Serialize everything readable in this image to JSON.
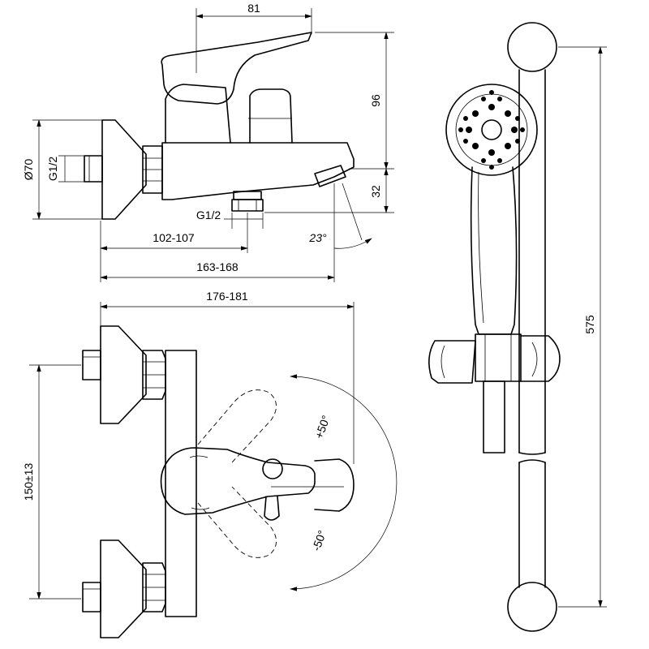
{
  "dimensions": {
    "top_width": "81",
    "height_96": "96",
    "height_32": "32",
    "diameter": "Ø70",
    "thread_left": "G1/2",
    "thread_bottom": "G1/2",
    "angle_spout": "23°",
    "depth_min": "102-107",
    "depth_max": "163-168",
    "width_total": "176-181",
    "centers": "150±13",
    "rot_plus": "+50°",
    "rot_minus": "-50°",
    "rail_length": "575"
  }
}
